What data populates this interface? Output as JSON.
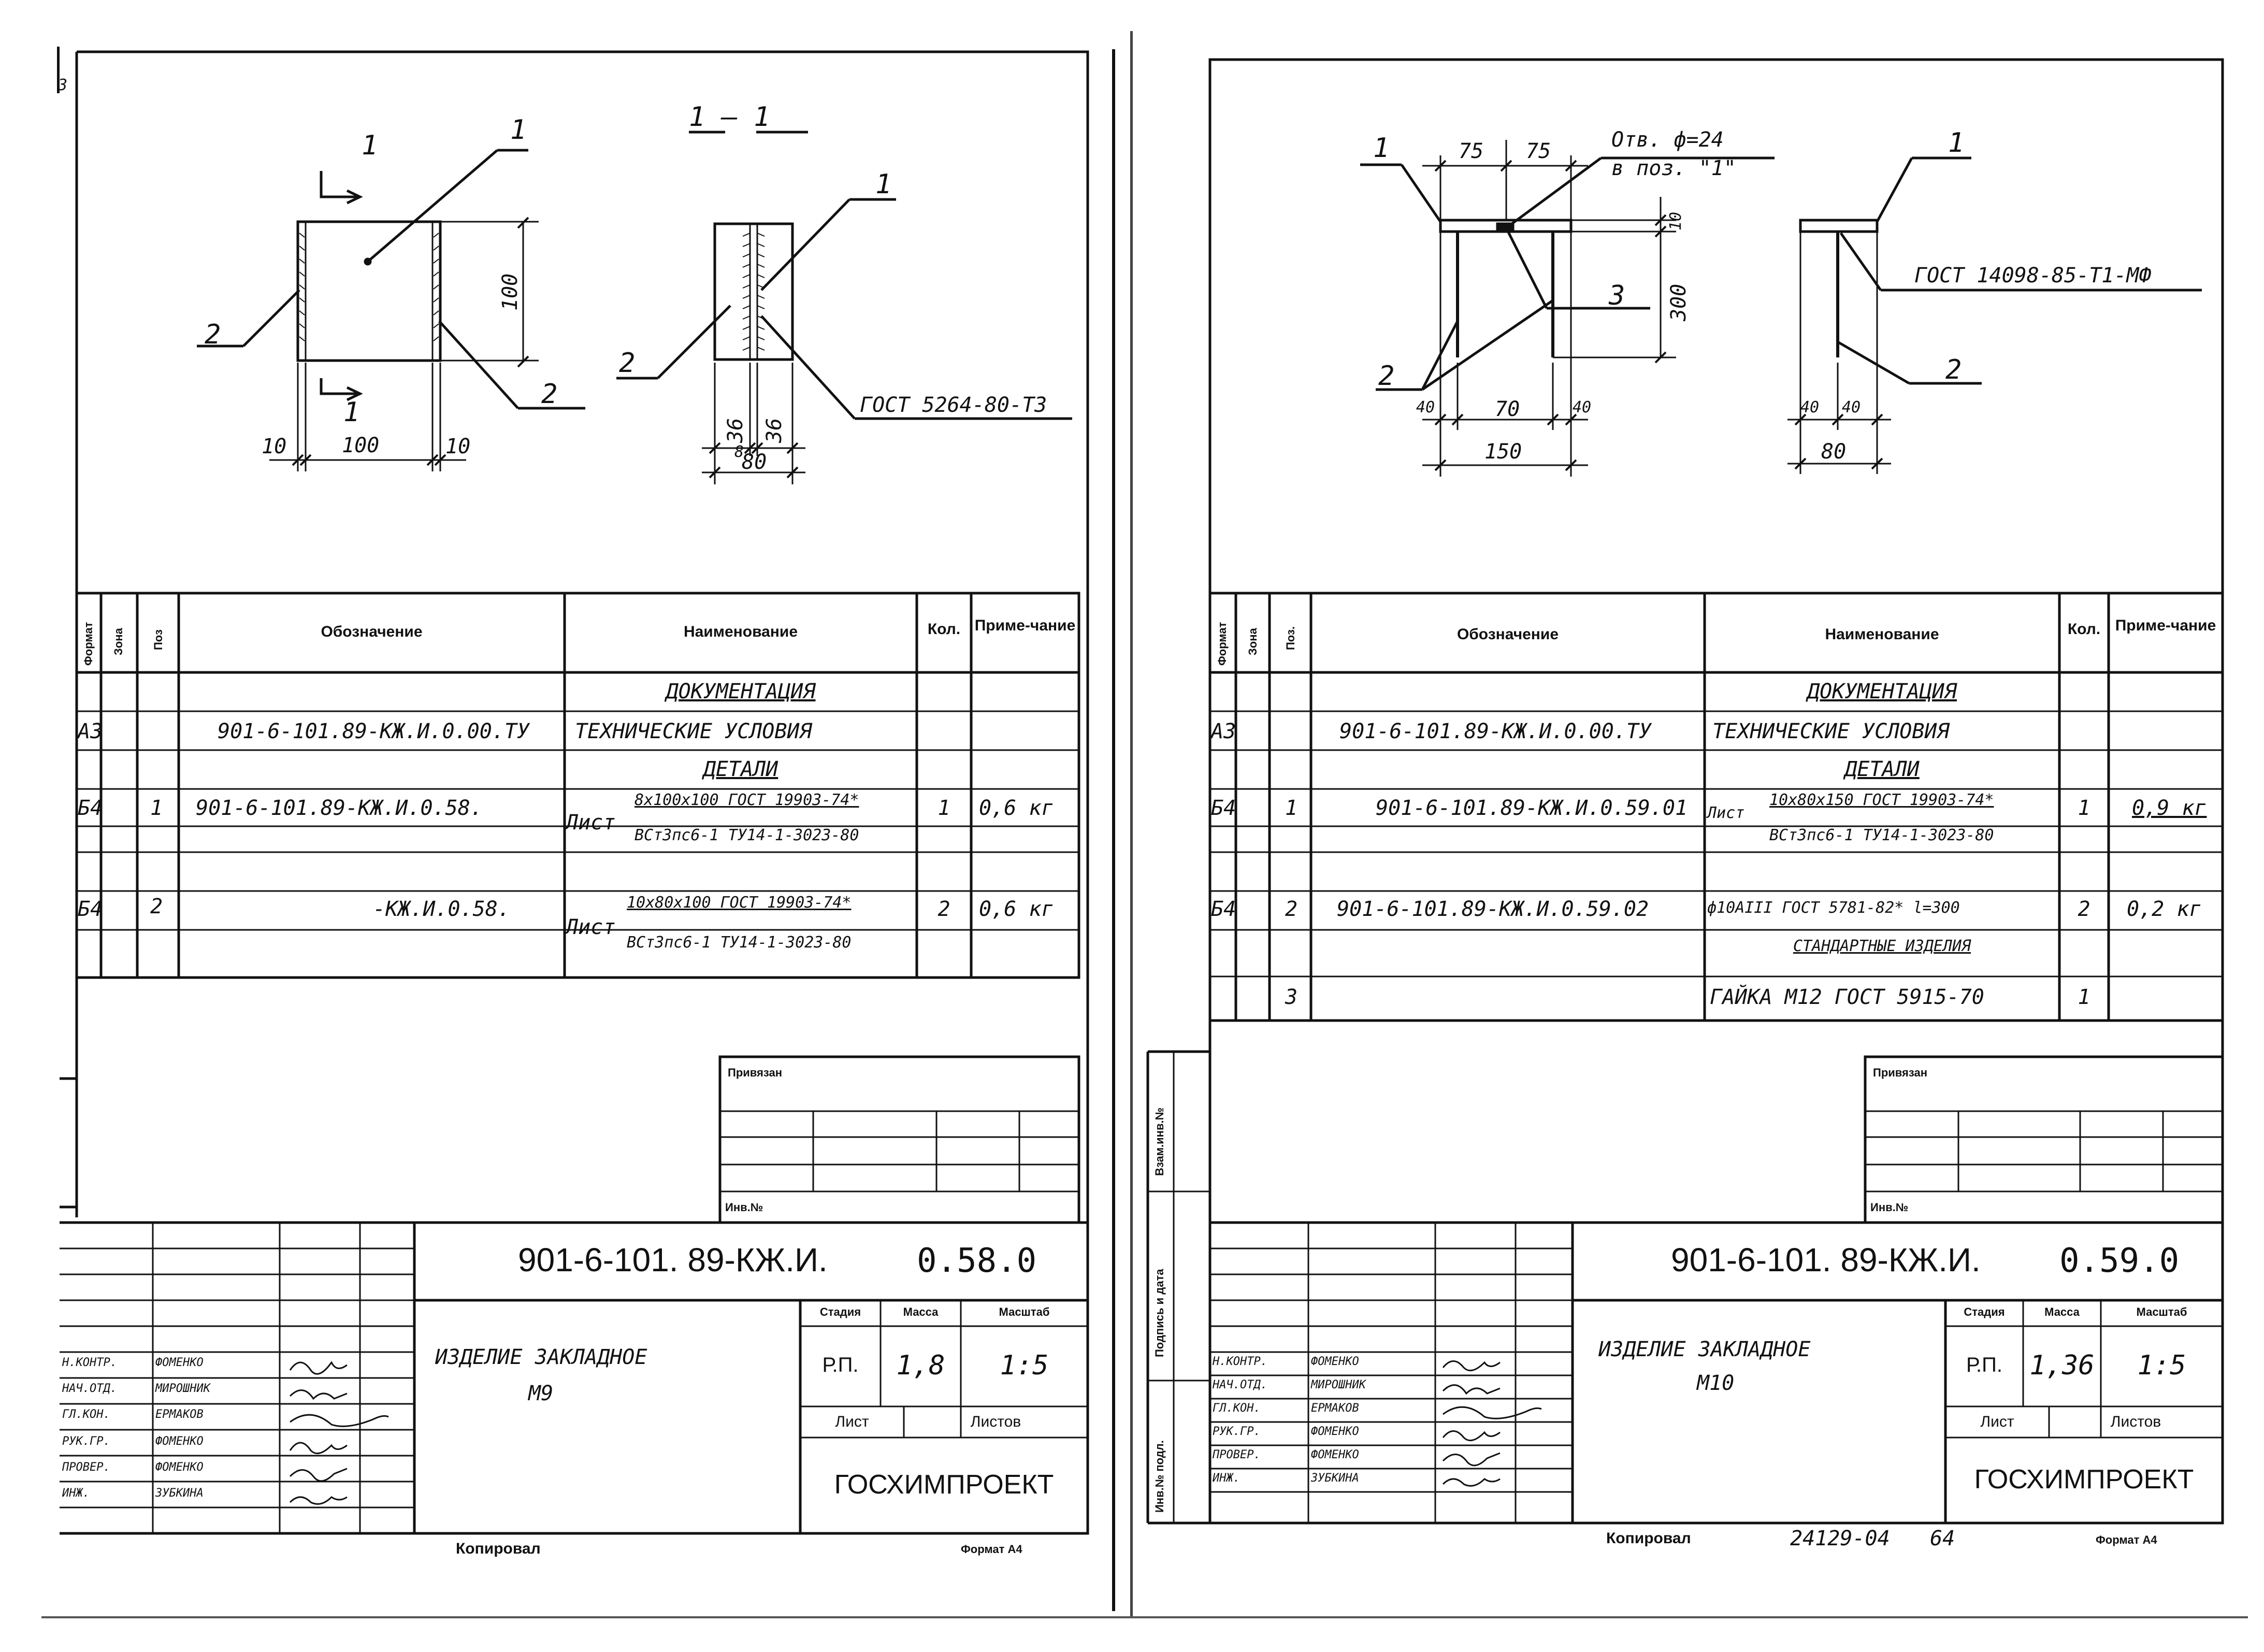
{
  "sheets": [
    {
      "corner_mark": "3",
      "section_title": "1 — 1",
      "cut_mark_top": "1",
      "cut_mark_bottom": "1",
      "pos_labels": [
        "1",
        "2",
        "2",
        "2",
        "1"
      ],
      "dims": {
        "width_main": "100",
        "side_left": "10",
        "side_right": "10",
        "height": "100",
        "sec_a": "36",
        "sec_b": "36",
        "sec_c": "8",
        "sec_width": "80"
      },
      "weld_note": "ГОСТ 5264-80-Т3",
      "spec_headers": {
        "format": "Формат",
        "zone": "Зона",
        "pos": "Поз",
        "designation": "Обозначение",
        "name": "Наименование",
        "qty": "Кол.",
        "note": "Приме-чание"
      },
      "spec_rows": [
        {
          "kind": "section",
          "name": "ДОКУМЕНТАЦИЯ"
        },
        {
          "kind": "item",
          "format": "А3",
          "pos": "",
          "designation": "901-6-101.89-КЖ.И.0.00.ТУ",
          "name": "ТЕХНИЧЕСКИЕ УСЛОВИЯ",
          "qty": "",
          "note": ""
        },
        {
          "kind": "section",
          "name": "ДЕТАЛИ"
        },
        {
          "kind": "item2",
          "format": "Б4",
          "pos": "1",
          "designation": "901-6-101.89-КЖ.И.0.58.",
          "prefix": "Лист",
          "line1": "8x100x100 ГОСТ 19903-74*",
          "line2": "ВСт3пс6-1 ТУ14-1-3023-80",
          "qty": "1",
          "note": "0,6 кг"
        },
        {
          "kind": "item2",
          "format": "Б4",
          "pos": "2",
          "designation": "-КЖ.И.0.58.",
          "prefix": "Лист",
          "line1": "10x80x100 ГОСТ 19903-74*",
          "line2": "ВСт3пс6-1 ТУ14-1-3023-80",
          "qty": "2",
          "note": "0,6 кг"
        }
      ],
      "privyazan": "Привязан",
      "inv_no": "Инв.№",
      "doc_number": "901-6-101. 89-КЖ.И.",
      "doc_suffix": "0.58.0",
      "item_name": "ИЗДЕЛИЕ ЗАКЛАДНОЕ",
      "item_code": "М9",
      "stage_label": "Стадия",
      "mass_label": "Масса",
      "scale_label": "Масштаб",
      "stage": "Р.П.",
      "mass": "1,8",
      "scale": "1:5",
      "sheet_label": "Лист",
      "sheets_label": "Листов",
      "org": "ГОСХИМПРОЕКТ",
      "signers": [
        {
          "role": "Н.КОНТР.",
          "name": "ФОМЕНКО"
        },
        {
          "role": "НАЧ.ОТД.",
          "name": "МИРОШНИК"
        },
        {
          "role": "ГЛ.КОН.",
          "name": "ЕРМАКОВ"
        },
        {
          "role": "РУК.ГР.",
          "name": "ФОМЕНКО"
        },
        {
          "role": "ПРОВЕР.",
          "name": "ФОМЕНКО"
        },
        {
          "role": "ИНЖ.",
          "name": "ЗУБКИНА"
        }
      ],
      "copied": "Копировал",
      "format": "Формат А4"
    },
    {
      "pos_labels": [
        "1",
        "1",
        "2",
        "2",
        "3"
      ],
      "dims": {
        "top_a": "75",
        "top_b": "75",
        "t": "10",
        "h": "300",
        "b_a": "40",
        "b_b": "70",
        "b_c": "40",
        "width": "150",
        "s_a": "40",
        "s_b": "40",
        "s_width": "80"
      },
      "hole_note_1": "Отв. ф=24",
      "hole_note_2": "в поз. \"1\"",
      "weld_note": "ГОСТ 14098-85-Т1-МФ",
      "spec_headers": {
        "format": "Формат",
        "zone": "Зона",
        "pos": "Поз.",
        "designation": "Обозначение",
        "name": "Наименование",
        "qty": "Кол.",
        "note": "Приме-чание"
      },
      "spec_rows": [
        {
          "kind": "section",
          "name": "ДОКУМЕНТАЦИЯ"
        },
        {
          "kind": "item",
          "format": "А3",
          "pos": "",
          "designation": "901-6-101.89-КЖ.И.0.00.ТУ",
          "name": "ТЕХНИЧЕСКИЕ УСЛОВИЯ",
          "qty": "",
          "note": ""
        },
        {
          "kind": "section",
          "name": "ДЕТАЛИ"
        },
        {
          "kind": "item2",
          "format": "Б4",
          "pos": "1",
          "designation": "901-6-101.89-КЖ.И.0.59.01",
          "prefix": "Лист",
          "line1": "10x80x150 ГОСТ 19903-74*",
          "line2": "ВСт3пс6-1 ТУ14-1-3023-80",
          "qty": "1",
          "note": "0,9 кг"
        },
        {
          "kind": "item",
          "format": "Б4",
          "pos": "2",
          "designation": "901-6-101.89-КЖ.И.0.59.02",
          "name": "ф10АIII ГОСТ 5781-82* l=300",
          "qty": "2",
          "note": "0,2 кг"
        },
        {
          "kind": "section",
          "name": "СТАНДАРТНЫЕ ИЗДЕЛИЯ"
        },
        {
          "kind": "item",
          "format": "",
          "pos": "3",
          "designation": "",
          "name": "ГАЙКА М12 ГОСТ 5915-70",
          "qty": "1",
          "note": ""
        }
      ],
      "side_stamp": {
        "a": "Взам.инв.№",
        "b": "Подпись и дата",
        "c": "Инв.№ подл."
      },
      "privyazan": "Привязан",
      "inv_no": "Инв.№",
      "doc_number": "901-6-101. 89-КЖ.И.",
      "doc_suffix": "0.59.0",
      "item_name": "ИЗДЕЛИЕ ЗАКЛАДНОЕ",
      "item_code": "М10",
      "stage_label": "Стадия",
      "mass_label": "Масса",
      "scale_label": "Масштаб",
      "stage": "Р.П.",
      "mass": "1,36",
      "scale": "1:5",
      "sheet_label": "Лист",
      "sheets_label": "Листов",
      "org": "ГОСХИМПРОЕКТ",
      "signers": [
        {
          "role": "Н.КОНТР.",
          "name": "ФОМЕНКО"
        },
        {
          "role": "НАЧ.ОТД.",
          "name": "МИРОШНИК"
        },
        {
          "role": "ГЛ.КОН.",
          "name": "ЕРМАКОВ"
        },
        {
          "role": "РУК.ГР.",
          "name": "ФОМЕНКО"
        },
        {
          "role": "ПРОВЕР.",
          "name": "ФОМЕНКО"
        },
        {
          "role": "ИНЖ.",
          "name": "ЗУБКИНА"
        }
      ],
      "copied": "Копировал",
      "archive_no": "24129-04",
      "page_no": "64",
      "format": "Формат А4"
    }
  ]
}
